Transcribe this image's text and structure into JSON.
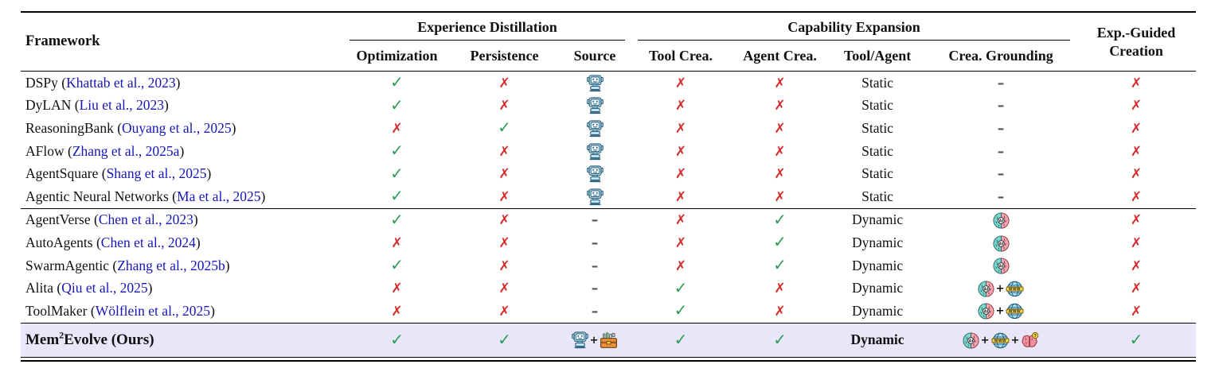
{
  "table": {
    "header": {
      "framework_label": "Framework",
      "group1": {
        "label": "Experience Distillation",
        "cols": [
          "Optimization",
          "Persistence",
          "Source"
        ]
      },
      "group2": {
        "label": "Capability Expansion",
        "cols": [
          "Tool Crea.",
          "Agent Crea.",
          "Tool/Agent",
          "Crea. Grounding"
        ]
      },
      "last_col": {
        "line1": "Exp.-Guided",
        "line2": "Creation"
      }
    },
    "marks": {
      "check": "✓",
      "cross": "✗",
      "dash": "–",
      "plus": "+"
    },
    "punct": {
      "open": "(",
      "close": ")"
    },
    "colors": {
      "check": "#2e9b57",
      "cross": "#d62b2b",
      "citation": "#1616bc",
      "highlight_bg": "#e8e6f8"
    },
    "icon_labels": {
      "robot": "llm-agent-robot",
      "toolbox": "toolbox",
      "aibrain": "ai-brain",
      "www": "www-globe",
      "qbrain": "question-brain"
    },
    "rows": [
      {
        "name": "DSPy",
        "citation": "Khattab et al., 2023",
        "cells": [
          "check",
          "cross",
          "icons:robot",
          "cross",
          "cross",
          "text:Static",
          "dash",
          "cross"
        ]
      },
      {
        "name": "DyLAN",
        "citation": "Liu et al., 2023",
        "cells": [
          "check",
          "cross",
          "icons:robot",
          "cross",
          "cross",
          "text:Static",
          "dash",
          "cross"
        ]
      },
      {
        "name": "ReasoningBank",
        "citation": "Ouyang et al., 2025",
        "cells": [
          "cross",
          "check",
          "icons:robot",
          "cross",
          "cross",
          "text:Static",
          "dash",
          "cross"
        ]
      },
      {
        "name": "AFlow",
        "citation": "Zhang et al., 2025a",
        "cells": [
          "check",
          "cross",
          "icons:robot",
          "cross",
          "cross",
          "text:Static",
          "dash",
          "cross"
        ]
      },
      {
        "name": "AgentSquare",
        "citation": "Shang et al., 2025",
        "cells": [
          "check",
          "cross",
          "icons:robot",
          "cross",
          "cross",
          "text:Static",
          "dash",
          "cross"
        ]
      },
      {
        "name": "Agentic Neural Networks",
        "citation": "Ma et al., 2025",
        "cells": [
          "check",
          "cross",
          "icons:robot",
          "cross",
          "cross",
          "text:Static",
          "dash",
          "cross"
        ],
        "group_end": true
      },
      {
        "name": "AgentVerse",
        "citation": "Chen et al., 2023",
        "cells": [
          "check",
          "cross",
          "dash",
          "cross",
          "check",
          "text:Dynamic",
          "icons:aibrain",
          "cross"
        ]
      },
      {
        "name": "AutoAgents",
        "citation": "Chen et al., 2024",
        "cells": [
          "cross",
          "cross",
          "dash",
          "cross",
          "check",
          "text:Dynamic",
          "icons:aibrain",
          "cross"
        ]
      },
      {
        "name": "SwarmAgentic",
        "citation": "Zhang et al., 2025b",
        "cells": [
          "check",
          "cross",
          "dash",
          "cross",
          "check",
          "text:Dynamic",
          "icons:aibrain",
          "cross"
        ]
      },
      {
        "name": "Alita",
        "citation": "Qiu et al., 2025",
        "cells": [
          "cross",
          "cross",
          "dash",
          "check",
          "cross",
          "text:Dynamic",
          "icons:aibrain+www",
          "cross"
        ]
      },
      {
        "name": "ToolMaker",
        "citation": "Wölflein et al., 2025",
        "cells": [
          "cross",
          "cross",
          "dash",
          "check",
          "cross",
          "text:Dynamic",
          "icons:aibrain+www",
          "cross"
        ],
        "group_end": true
      }
    ],
    "ours_row": {
      "name_pre": "Mem",
      "name_sup": "2",
      "name_post": "Evolve (Ours)",
      "cells": [
        "check",
        "check",
        "icons:robot+toolbox",
        "check",
        "check",
        "text:Dynamic",
        "icons:aibrain+www+qbrain",
        "check"
      ]
    }
  }
}
